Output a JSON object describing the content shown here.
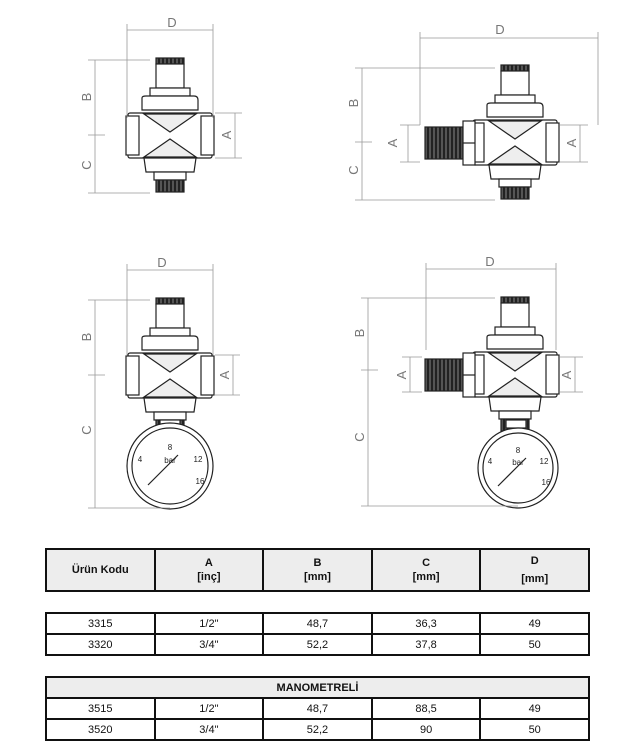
{
  "drawings": {
    "dimension_labels": {
      "a": "A",
      "b": "B",
      "c": "C",
      "d": "D"
    },
    "gauge": {
      "unit": "bar",
      "ticks": [
        "4",
        "8",
        "12",
        "16"
      ]
    }
  },
  "table": {
    "headers": [
      {
        "name": "Ürün Kodu",
        "unit": ""
      },
      {
        "name": "A",
        "unit": "[inç]"
      },
      {
        "name": "B",
        "unit": "[mm]"
      },
      {
        "name": "C",
        "unit": "[mm]"
      },
      {
        "name": "D",
        "unit": "[mm]"
      }
    ],
    "standard_rows": [
      [
        "3315",
        "1/2\"",
        "48,7",
        "36,3",
        "49"
      ],
      [
        "3320",
        "3/4\"",
        "52,2",
        "37,8",
        "50"
      ]
    ],
    "manometer_title": "MANOMETRELİ",
    "manometer_rows": [
      [
        "3515",
        "1/2\"",
        "48,7",
        "88,5",
        "49"
      ],
      [
        "3520",
        "3/4\"",
        "52,2",
        "90",
        "50"
      ]
    ]
  }
}
